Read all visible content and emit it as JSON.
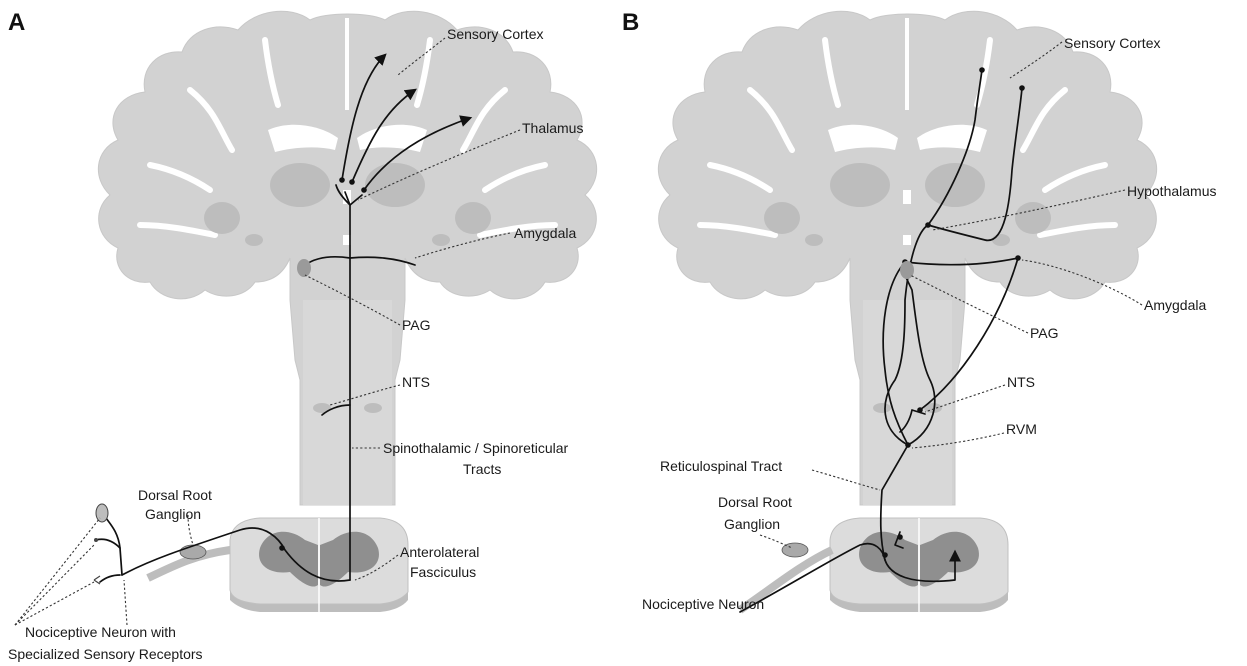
{
  "panels": [
    {
      "letter": "A",
      "labels": {
        "sensory_cortex": "Sensory Cortex",
        "thalamus": "Thalamus",
        "amygdala": "Amygdala",
        "pag": "PAG",
        "nts": "NTS",
        "spino_line1": "Spinothalamic / Spinoreticular",
        "spino_line2": "Tracts",
        "drg_line1": "Dorsal Root",
        "drg_line2": "Ganglion",
        "alf_line1": "Anterolateral",
        "alf_line2": "Fasciculus",
        "noci_line1": "Nociceptive Neuron with",
        "noci_line2": "Specialized Sensory Receptors"
      }
    },
    {
      "letter": "B",
      "labels": {
        "sensory_cortex": "Sensory Cortex",
        "hypothalamus": "Hypothalamus",
        "amygdala": "Amygdala",
        "pag": "PAG",
        "nts": "NTS",
        "rvm": "RVM",
        "reticulospinal": "Reticulospinal Tract",
        "drg_line1": "Dorsal Root",
        "drg_line2": "Ganglion",
        "noci": "Nociceptive Neuron"
      }
    }
  ],
  "colors": {
    "brain_fill": "#d2d2d2",
    "deep_structures": "#bdbdbd",
    "spinal_gray_matter": "#8f8f8f",
    "pathway_stroke": "#111111",
    "background": "#ffffff"
  }
}
